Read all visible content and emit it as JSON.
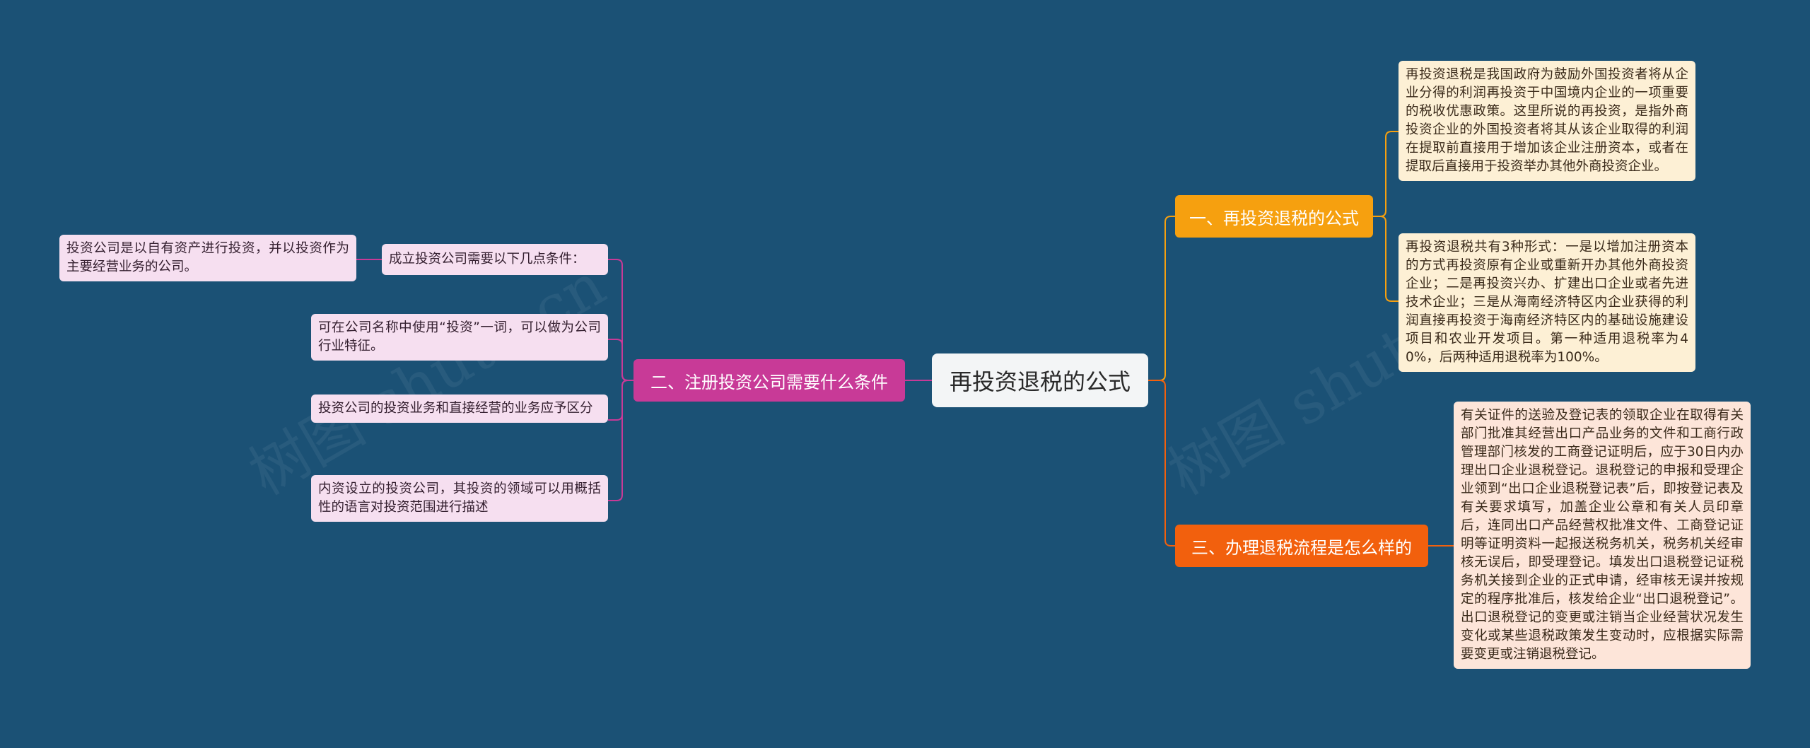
{
  "root": "再投资退税的公式",
  "branches": [
    "一、再投资退税的公式",
    "二、注册投资公司需要什么条件",
    "三、办理退税流程是怎么样的"
  ],
  "branch1_leaves": [
    "再投资退税是我国政府为鼓励外国投资者将从企业分得的利润再投资于中国境内企业的一项重要的税收优惠政策。这里所说的再投资，是指外商投资企业的外国投资者将其从该企业取得的利润在提取前直接用于增加该企业注册资本，或者在提取后直接用于投资举办其他外商投资企业。",
    "再投资退税共有3种形式：一是以增加注册资本的方式再投资原有企业或重新开办其他外商投资企业；二是再投资兴办、扩建出口企业或者先进技术企业；三是从海南经济特区内企业获得的利润直接再投资于海南经济特区内的基础设施建设项目和农业开发项目。第一种适用退税率为40%，后两种适用退税率为100%。"
  ],
  "branch2_leaves": [
    "成立投资公司需要以下几点条件：",
    "可在公司名称中使用“投资”一词，可以做为公司行业特征。",
    "投资公司的投资业务和直接经营的业务应予区分",
    "内资设立的投资公司，其投资的领域可以用概括性的语言对投资范围进行描述"
  ],
  "branch2_subleaf": "投资公司是以自有资产进行投资，并以投资作为主要经营业务的公司。",
  "branch3_leaves": [
    "有关证件的送验及登记表的领取企业在取得有关部门批准其经营出口产品业务的文件和工商行政管理部门核发的工商登记证明后，应于30日内办理出口企业退税登记。退税登记的申报和受理企业领到“出口企业退税登记表”后，即按登记表及有关要求填写，加盖企业公章和有关人员印章后，连同出口产品经营权批准文件、工商登记证明等证明资料一起报送税务机关，税务机关经审核无误后，即受理登记。填发出口退税登记证税务机关接到企业的正式申请，经审核无误并按规定的程序批准后，核发给企业“出口退税登记”。出口退税登记的变更或注销当企业经营状况发生变化或某些退税政策发生变动时，应根据实际需要变更或注销退税登记。"
  ],
  "watermark": "树图 shutu.cn",
  "colors": {
    "background": "#1b5175",
    "branch1": "#f6a00f",
    "branch2": "#c83a97",
    "branch3": "#f2600d"
  }
}
